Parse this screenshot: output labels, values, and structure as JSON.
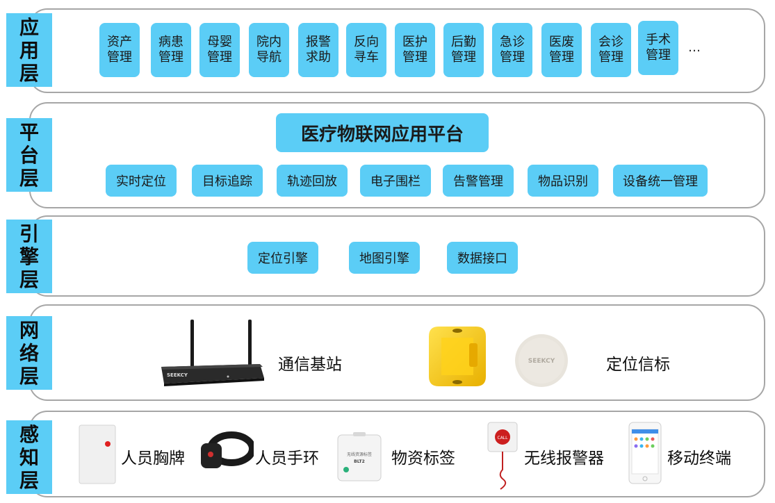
{
  "layers": [
    {
      "label": "应用层"
    },
    {
      "label": "平台层"
    },
    {
      "label": "引擎层"
    },
    {
      "label": "网络层"
    },
    {
      "label": "感知层"
    }
  ],
  "application": {
    "modules": [
      "资产管理",
      "病患管理",
      "母婴管理",
      "院内导航",
      "报警求助",
      "反向寻车",
      "医护管理",
      "后勤管理",
      "急诊管理",
      "医废管理",
      "会诊管理",
      "手术管理"
    ],
    "more": "…"
  },
  "platform": {
    "title": "医疗物联网应用平台",
    "functions": [
      "实时定位",
      "目标追踪",
      "轨迹回放",
      "电子围栏",
      "告警管理",
      "物品识别",
      "设备统一管理"
    ]
  },
  "engine": {
    "items": [
      "定位引擎",
      "地图引擎",
      "数据接口"
    ]
  },
  "network": {
    "gateway_label": "通信基站",
    "beacon_label": "定位信标",
    "brand": "SEEKCY"
  },
  "perception": {
    "devices": [
      "人员胸牌",
      "人员手环",
      "物资标签",
      "无线报警器",
      "移动终端"
    ],
    "tag_text": "无线资源标签",
    "tag_model": "BLT2",
    "call_text": "CALL"
  },
  "colors": {
    "accent": "#5bcdf6",
    "border": "#a6a6a6"
  }
}
